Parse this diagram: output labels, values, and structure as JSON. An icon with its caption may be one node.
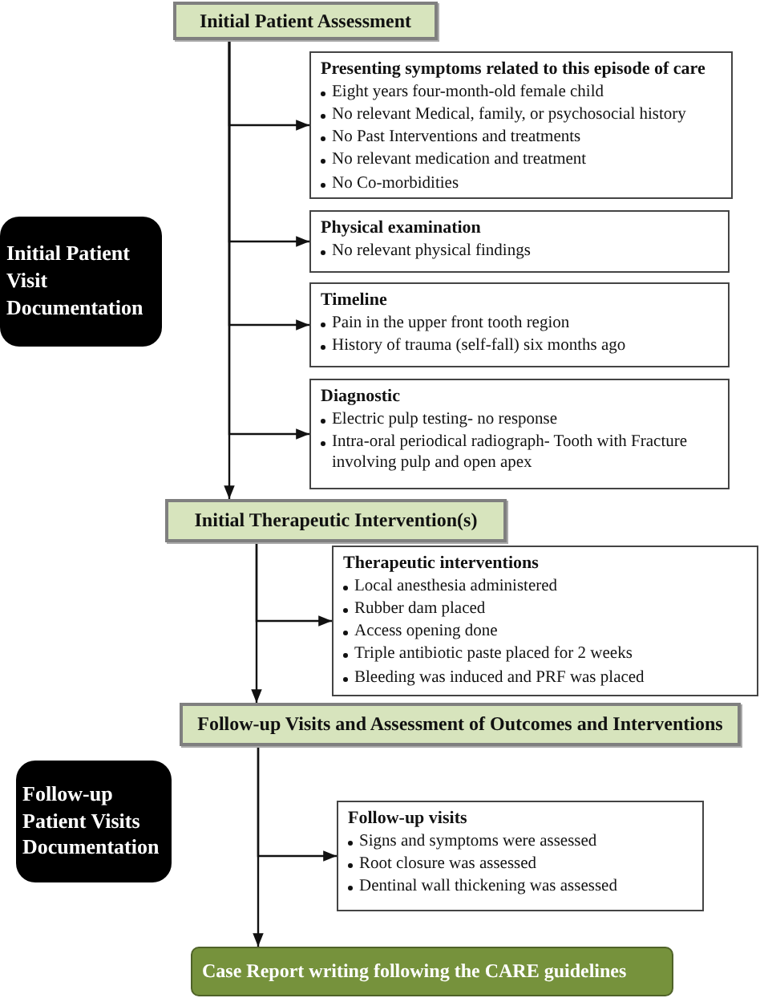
{
  "diagram": {
    "nodes": [
      {
        "text": [
          "Initial Patient Assessment"
        ]
      },
      {
        "text": [
          "Initial Patient Visit Documentation"
        ]
      },
      {
        "text": [
          "Presenting symptoms related to this episode of care",
          "Eight years four-month-old female child",
          "No relevant Medical, family, or psychosocial history",
          "No Past Interventions and treatments",
          "No relevant medication and treatment",
          "No Co-morbidities"
        ]
      },
      {
        "text": [
          "Physical examination",
          "No relevant physical findings"
        ]
      },
      {
        "text": [
          "Timeline",
          "Pain in the upper front tooth region",
          "History of trauma (self-fall) six months ago"
        ]
      },
      {
        "text": [
          "Diagnostic",
          "Electric pulp testing- no response",
          "Intra-oral periodical radiograph- Tooth with Fracture involving pulp and open apex"
        ]
      },
      {
        "text": [
          "Initial Therapeutic Intervention(s)"
        ]
      },
      {
        "text": [
          "Therapeutic interventions",
          "Local anesthesia administered",
          "Rubber dam placed",
          "Access opening done",
          "Triple antibiotic paste placed for 2 weeks",
          "Bleeding was induced and PRF was placed"
        ]
      },
      {
        "text": [
          "Follow-up Visits and Assessment of Outcomes and Interventions"
        ]
      },
      {
        "text": [
          "Follow-up Patient Visits Documentation"
        ]
      },
      {
        "text": [
          "Follow-up visits",
          "Signs and symptoms were assessed",
          "Root closure was assessed",
          "Dentinal wall thickening was assessed"
        ]
      },
      {
        "text": [
          "Case Report writing following the CARE guidelines"
        ]
      }
    ],
    "edges": [
      {
        "from": 0,
        "to": 2,
        "arrow": "to"
      },
      {
        "from": 0,
        "to": 3,
        "arrow": "to"
      },
      {
        "from": 0,
        "to": 4,
        "arrow": "to"
      },
      {
        "from": 0,
        "to": 5,
        "arrow": "to"
      },
      {
        "from": 0,
        "to": 6,
        "arrow": "to"
      },
      {
        "from": 6,
        "to": 7,
        "arrow": "to"
      },
      {
        "from": 6,
        "to": 8,
        "arrow": "to"
      },
      {
        "from": 8,
        "to": 10,
        "arrow": "to"
      },
      {
        "from": 8,
        "to": 11,
        "arrow": "to"
      }
    ]
  }
}
